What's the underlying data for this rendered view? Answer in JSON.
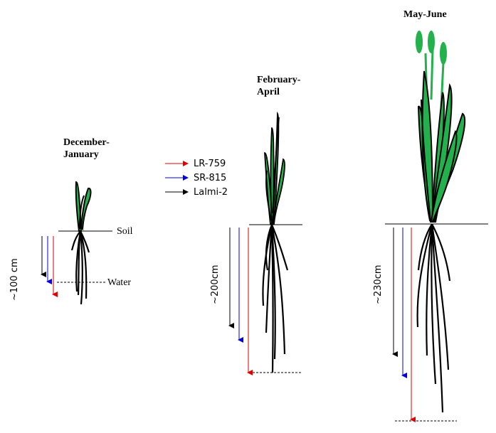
{
  "stages": [
    {
      "period_line1": "December-",
      "period_line2": "January",
      "depth_label": "~100 cm"
    },
    {
      "period_line1": "February-",
      "period_line2": "April",
      "depth_label": "~200cm"
    },
    {
      "period_line1": "May-June",
      "period_line2": "",
      "depth_label": "~230cm"
    }
  ],
  "labels": {
    "soil": "Soil",
    "water": "Water"
  },
  "legend": [
    {
      "name": "LR-759",
      "color": "#e00000"
    },
    {
      "name": "SR-815",
      "color": "#0000dd"
    },
    {
      "name": "Lalmi-2",
      "color": "#000000"
    }
  ],
  "colors": {
    "leaf": "#22b14c",
    "root": "#000000"
  }
}
